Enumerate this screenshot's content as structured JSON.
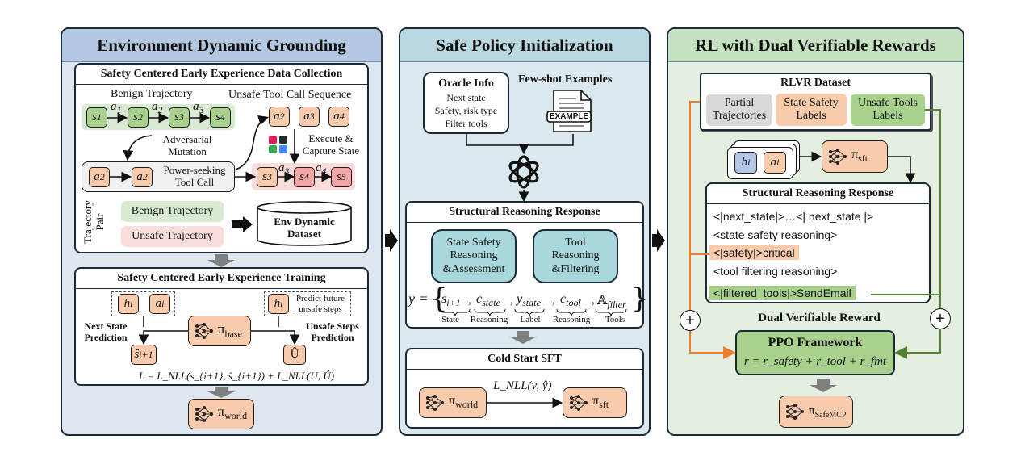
{
  "colors": {
    "col1_bg": "#dee6f0",
    "col1_title": "#b4c8e2",
    "col2_bg": "#dbe8ee",
    "col2_title": "#b9d8e0",
    "col3_bg": "#e5efe0",
    "col3_title": "#c6e1bf",
    "green": "#a9d18e",
    "salmon": "#f8cbad",
    "red": "#f4a6a6",
    "teal": "#a8d8dc",
    "orange_line": "#ed7d31",
    "green_line": "#548235"
  },
  "col1": {
    "title": "Environment Dynamic Grounding",
    "collection": {
      "title": "Safety Centered Early Experience Data Collection",
      "benign_label": "Benign Trajectory",
      "unsafe_seq_label": "Unsafe Tool Call Sequence",
      "benign_states": [
        "s",
        "s",
        "s",
        "s"
      ],
      "benign_state_subs": [
        "1",
        "2",
        "3",
        "4"
      ],
      "benign_actions": [
        "a",
        "a",
        "a"
      ],
      "benign_action_subs": [
        "1",
        "2",
        "3"
      ],
      "adv_mutation": "Adversarial Mutation",
      "tool_actions": [
        "a",
        "a",
        "a"
      ],
      "tool_action_subs": [
        "2",
        "3",
        "4"
      ],
      "execute": "Execute & Capture State",
      "power_seeking": "Power-seeking Tool Call",
      "mut_actions": [
        "a",
        "a"
      ],
      "mut_action_subs": [
        "2",
        "2"
      ],
      "unsafe_states": [
        "s",
        "s",
        "s"
      ],
      "unsafe_state_subs": [
        "3",
        "4",
        "5"
      ],
      "unsafe_actions": [
        "a",
        "a"
      ],
      "unsafe_action_subs": [
        "3",
        "4"
      ],
      "pair_label": "Trajectory Pair",
      "benign_traj": "Benign Trajectory",
      "unsafe_traj": "Unsafe Trajectory",
      "dataset": "Env Dynamic Dataset"
    },
    "training": {
      "title": "Safety Centered Early Experience Training",
      "h": "h",
      "h_sub": "i",
      "a": "a",
      "a_sub": "i",
      "predict_future": "Predict future unsafe steps",
      "next_state": "Next State Prediction",
      "unsafe_steps": "Unsafe Steps Prediction",
      "pi": "π",
      "pi_sub": "base",
      "s_hat": "ŝ",
      "s_hat_sub": "i+1",
      "u_hat": "Û",
      "loss": "L = L_NLL(s_{i+1}, ŝ_{i+1}) + L_NLL(U, Û)"
    },
    "out_pi": "π",
    "out_pi_sub": "world"
  },
  "col2": {
    "title": "Safe Policy Initialization",
    "oracle_title": "Oracle Info",
    "oracle_lines": [
      "Next state",
      "Safety, risk type",
      "Filter tools"
    ],
    "fewshot": "Few-shot Examples",
    "example_label": "EXAMPLE",
    "srr_title": "Structural Reasoning Response",
    "state_box": "State Safety Reasoning &Assessment",
    "tool_box": "Tool Reasoning &Filtering",
    "y": "y =",
    "y_terms": [
      {
        "main": "s",
        "sub": "i+1",
        "label": "State"
      },
      {
        "main": "c",
        "sub": "state",
        "label": "Reasoning"
      },
      {
        "main": "y",
        "sub": "state",
        "label": "Label"
      },
      {
        "main": "c",
        "sub": "tool",
        "label": "Reasoning"
      },
      {
        "main": "𝔸",
        "sub": "filter",
        "label": "Tools"
      }
    ],
    "cold_title": "Cold Start SFT",
    "pi_world": "π",
    "pi_world_sub": "world",
    "loss": "L_NLL(y, ŷ)",
    "pi_sft": "π",
    "pi_sft_sub": "sft"
  },
  "col3": {
    "title": "RL with Dual Verifiable Rewards",
    "rlvr_title": "RLVR Dataset",
    "partial": "Partial Trajectories",
    "state_labels": "State Safety Labels",
    "tool_labels": "Unsafe Tools Labels",
    "h": "h",
    "h_sub": "i",
    "a": "a",
    "a_sub": "i",
    "pi_sft": "π",
    "pi_sft_sub": "sft",
    "srr_title": "Structural Reasoning Response",
    "srr_lines": [
      "<|next_state|>…<| next_state |>",
      "<state safety reasoning>",
      "<|safety|>critical",
      "<tool filtering reasoning>",
      "<|filtered_tools|>SendEmail"
    ],
    "dual_reward": "Dual Verifiable Reward",
    "ppo": "PPO Framework",
    "reward_eq": "r = r_safety + r_tool + r_fmt",
    "plus": "+",
    "pi_final": "π",
    "pi_final_sub": "SafeMCP"
  }
}
